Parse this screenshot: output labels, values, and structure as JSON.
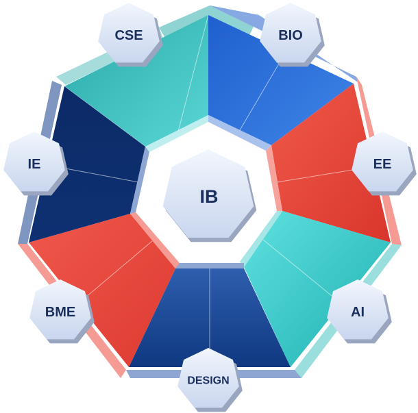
{
  "center": {
    "label": "IB"
  },
  "nodes": [
    {
      "label": "CSE"
    },
    {
      "label": "BIO"
    },
    {
      "label": "EE"
    },
    {
      "label": "AI"
    },
    {
      "label": "DESIGN"
    },
    {
      "label": "BME"
    },
    {
      "label": "IE"
    }
  ],
  "colors": {
    "teal": "#3cc6c6",
    "blue": "#2f6fd6",
    "red": "#e8473d",
    "navy": "#0f2d6b",
    "hex_fill": "#dfe7f5",
    "hex_shadow": "#9aa6bf"
  }
}
